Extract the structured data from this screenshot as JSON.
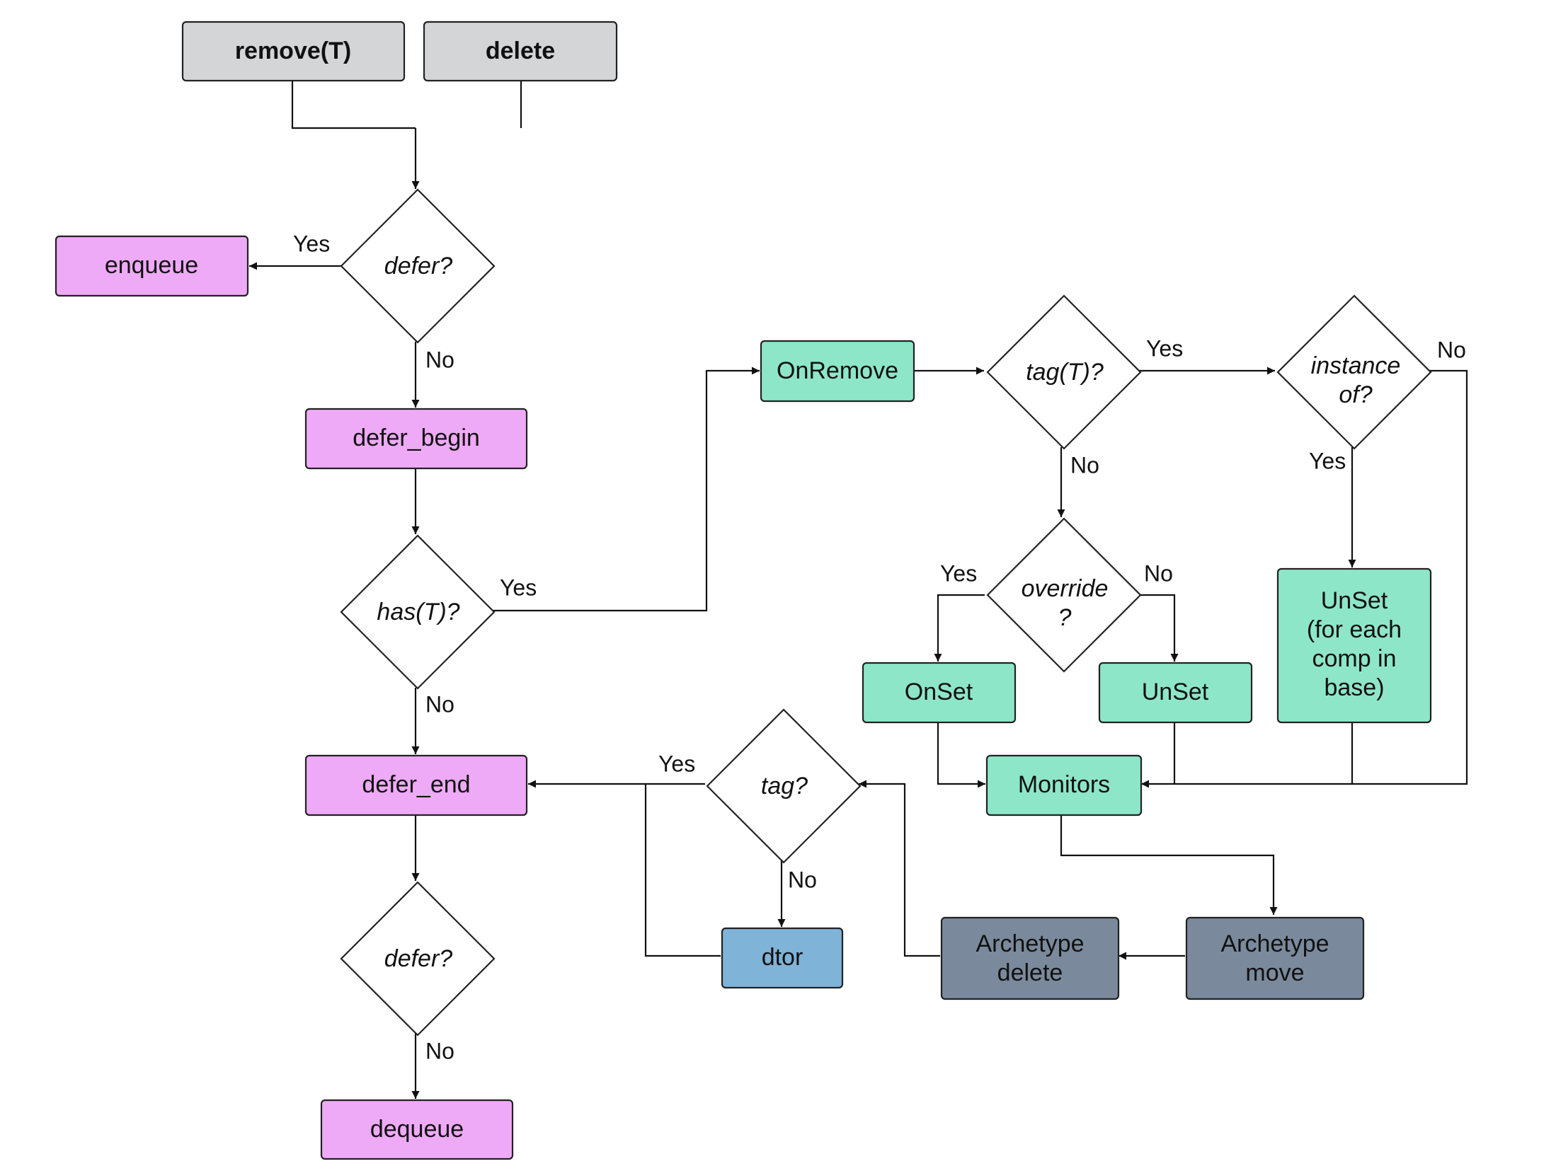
{
  "colors": {
    "gray": "#d3d5d6",
    "pink": "#eeaaf6",
    "green": "#8ee6c8",
    "blue": "#7fb3d8",
    "slate": "#7a8a9c"
  },
  "nodes": {
    "remove_t": "remove(T)",
    "delete": "delete",
    "defer_q1": "defer?",
    "enqueue": "enqueue",
    "defer_begin": "defer_begin",
    "has_t": "has(T)?",
    "on_remove": "OnRemove",
    "tag_t": "tag(T)?",
    "instance_of": [
      "instance",
      "of?"
    ],
    "override": [
      "override",
      "?"
    ],
    "onset": "OnSet",
    "unset": "UnSet",
    "unset_base": [
      "UnSet",
      "(for each",
      "comp in",
      "base)"
    ],
    "monitors": "Monitors",
    "tag_q": "tag?",
    "defer_end": "defer_end",
    "dtor": "dtor",
    "archetype_delete": [
      "Archetype",
      "delete"
    ],
    "archetype_move": [
      "Archetype",
      "move"
    ],
    "defer_q2": "defer?",
    "dequeue": "dequeue"
  },
  "edge_labels": {
    "defer1_yes": "Yes",
    "defer1_no": "No",
    "has_yes": "Yes",
    "has_no": "No",
    "tag_t_yes": "Yes",
    "tag_t_no": "No",
    "instance_no": "No",
    "instance_yes": "Yes",
    "override_yes": "Yes",
    "override_no": "No",
    "tag_q_yes": "Yes",
    "tag_q_no": "No",
    "defer2_no": "No"
  }
}
